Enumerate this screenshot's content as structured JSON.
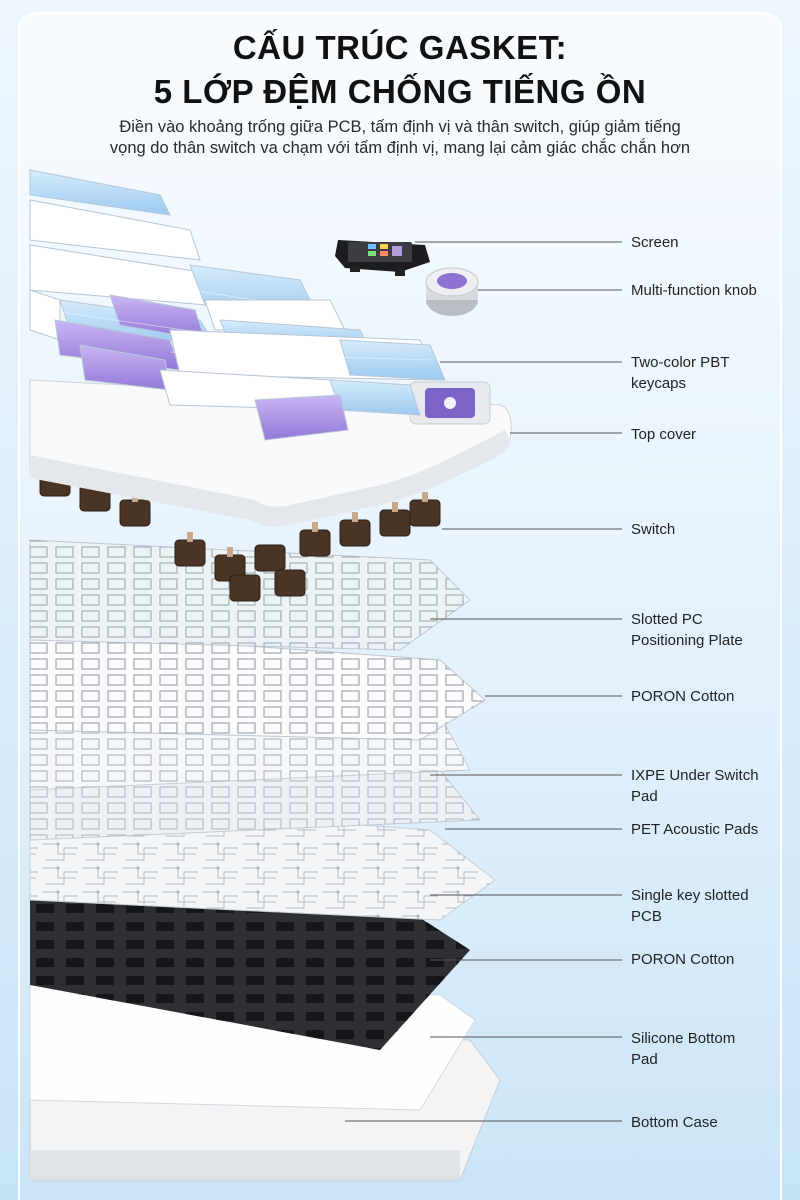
{
  "header": {
    "title_line1": "CẤU TRÚC GASKET:",
    "title_line2": "5 LỚP ĐỆM CHỐNG TIẾNG ỒN",
    "subtitle_line1": "Điền vào khoảng trống giữa PCB, tấm định vị và thân switch, giúp giảm tiếng",
    "subtitle_line2": "vọng do thân switch va chạm với tấm định vị, mang lại cảm giác chắc chắn hơn"
  },
  "layers": [
    {
      "label": "Screen"
    },
    {
      "label": "Multi-function knob"
    },
    {
      "label": "Two-color PBT keycaps"
    },
    {
      "label": "Top cover"
    },
    {
      "label": "Switch"
    },
    {
      "label": "Slotted PC Positioning Plate"
    },
    {
      "label": "PORON Cotton"
    },
    {
      "label": "IXPE Under Switch Pad"
    },
    {
      "label": "PET Acoustic Pads"
    },
    {
      "label": "Single key slotted PCB"
    },
    {
      "label": "PORON Cotton"
    },
    {
      "label": "Silicone Bottom Pad"
    },
    {
      "label": "Bottom Case"
    }
  ],
  "colors": {
    "accent_purple": "#a98ee6",
    "accent_blue": "#a9d3f5",
    "switch_brown": "#4a3425",
    "pcb_dark": "#2e2f33",
    "leader_line": "#555555"
  },
  "icons": [
    "screen-module-icon",
    "knob-icon"
  ]
}
